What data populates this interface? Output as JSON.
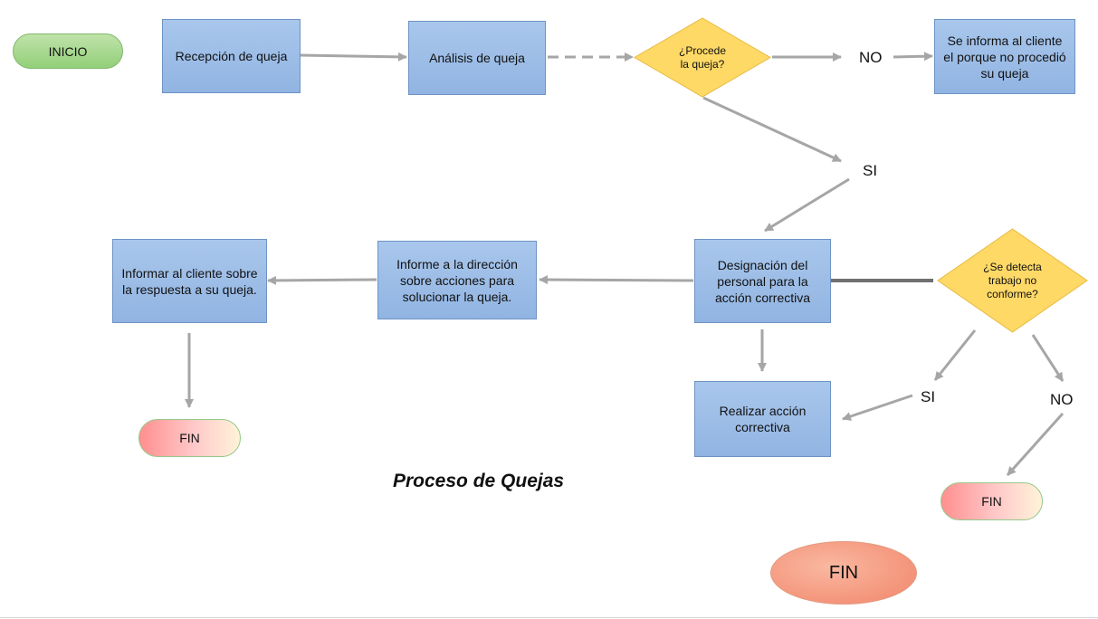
{
  "diagram": {
    "title": "Proceso de Quejas",
    "nodes": {
      "inicio": "INICIO",
      "recepcion": "Recepción de queja",
      "analisis": "Análisis de queja",
      "procede": "¿Procede la queja?",
      "informa_cliente_no": "Se informa al cliente el porque no procedió su queja",
      "designacion": "Designación del personal para la acción correctiva",
      "informe_direccion": "Informe a la dirección sobre acciones para solucionar la queja.",
      "informar_cliente": "Informar al cliente sobre la respuesta a su queja.",
      "fin_left": "FIN",
      "detecta": "¿Se detecta trabajo no conforme?",
      "realizar_accion": "Realizar acción correctiva",
      "fin_right": "FIN",
      "fin_big": "FIN"
    },
    "labels": {
      "no_top": "NO",
      "si_top": "SI",
      "si_bottom": "SI",
      "no_bottom": "NO"
    },
    "colors": {
      "process_box": "#9dbde8",
      "decision": "#ffd966",
      "start": "#a9d98f",
      "end": "#ffb0b0",
      "end_big": "#f4a184",
      "connector": "#a6a6a6"
    }
  }
}
